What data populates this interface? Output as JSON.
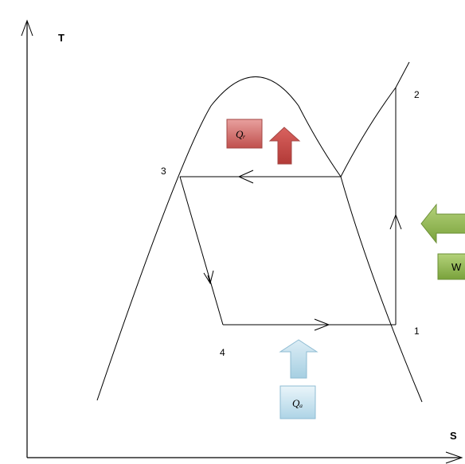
{
  "axes": {
    "y_label": "T",
    "x_label": "S"
  },
  "points": {
    "p1": "1",
    "p2": "2",
    "p3": "3",
    "p4": "4"
  },
  "heat_rejected": {
    "label": "Qᵣ",
    "color": "#c0504d"
  },
  "heat_added": {
    "label": "Qₐ",
    "color": "#b9dcea"
  },
  "work": {
    "label": "W",
    "color": "#8db34c"
  }
}
